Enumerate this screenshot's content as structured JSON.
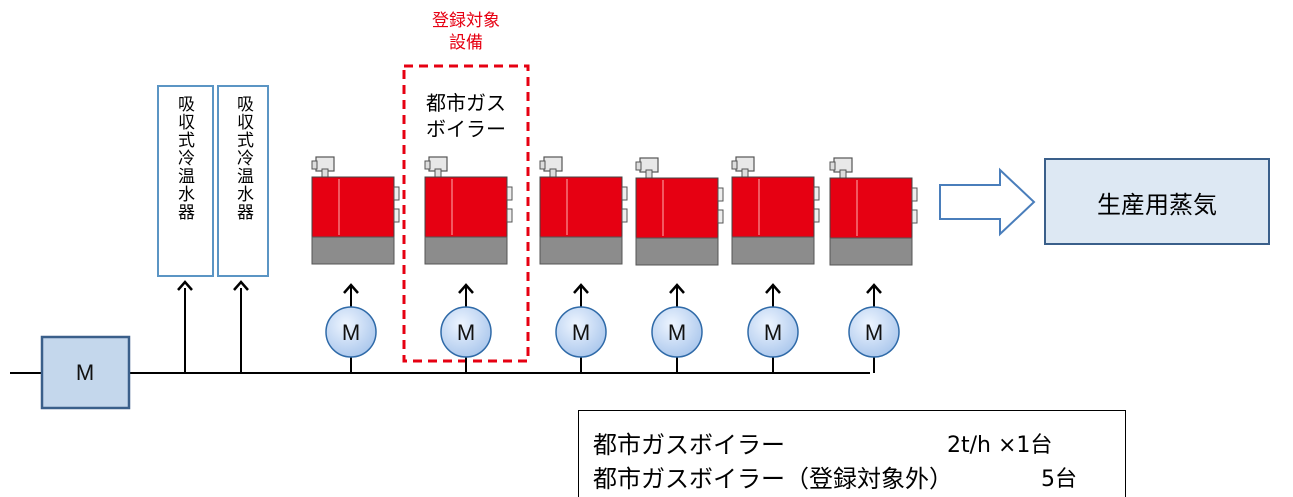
{
  "registered_label": {
    "line1": "登録対象",
    "line2": "設備",
    "color": "#e60012"
  },
  "chillers": [
    {
      "label": "吸収式冷温水器"
    },
    {
      "label": "吸収式冷温水器"
    }
  ],
  "featured_boiler_label": {
    "line1": "都市ガス",
    "line2": "ボイラー"
  },
  "boilers_count": 6,
  "motors": [
    {
      "label": "M"
    },
    {
      "label": "M"
    },
    {
      "label": "M"
    },
    {
      "label": "M"
    },
    {
      "label": "M"
    },
    {
      "label": "M"
    }
  ],
  "main_motor": {
    "label": "M"
  },
  "output": {
    "label": "生産用蒸気"
  },
  "legend": {
    "row1_name": "都市ガスボイラー",
    "row1_value": "2t/h ×1台",
    "row2_name": "都市ガスボイラー（登録対象外）",
    "row2_value": "5台"
  },
  "colors": {
    "boiler_red": "#e60012",
    "boiler_base": "#8c8c8c",
    "box_border": "#6aa0c8",
    "box_fill": "#c9d9ea",
    "motor_fill": "#b8d0ef",
    "motor_border": "#2f6aa8",
    "arrow_border": "#4a7ebb"
  }
}
